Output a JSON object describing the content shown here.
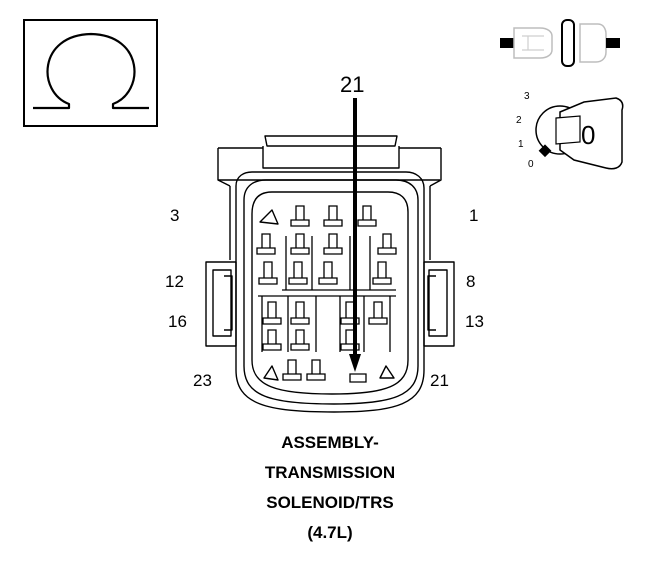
{
  "callout": {
    "pin": "21"
  },
  "pin_labels": {
    "p3": "3",
    "p1": "1",
    "p12": "12",
    "p8": "8",
    "p16": "16",
    "p13": "13",
    "p23": "23",
    "p21": "21"
  },
  "ignition_key": {
    "positions": [
      "3",
      "2",
      "1",
      "0"
    ],
    "key_symbol": "0"
  },
  "caption": {
    "line1": "ASSEMBLY-",
    "line2": "TRANSMISSION",
    "line3": "SOLENOID/TRS",
    "line4": "(4.7L)"
  },
  "icons": {
    "ohm": "ohmmeter-icon",
    "disconnect": "connector-disconnected-icon",
    "key": "ignition-key-off-icon"
  }
}
